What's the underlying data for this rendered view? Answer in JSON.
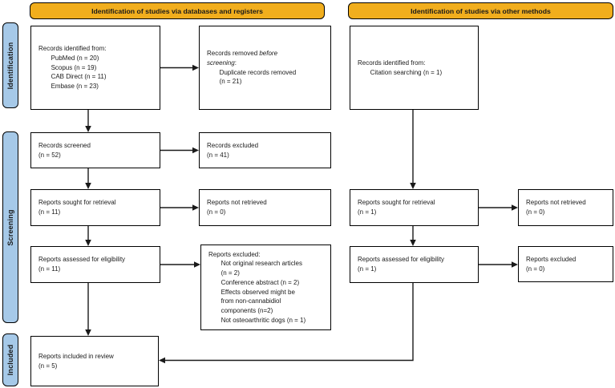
{
  "colors": {
    "header_bg": "#F1AE1D",
    "stage_bg": "#A6C9E8",
    "border": "#000000",
    "arrow": "#1a1a1a"
  },
  "headers": {
    "databases": "Identification of studies via databases and registers",
    "other_methods": "Identification of studies via other methods"
  },
  "stages": {
    "identification": "Identification",
    "screening": "Screening",
    "included": "Included"
  },
  "boxes": {
    "records_identified_db": {
      "lines": [
        "Records identified from:",
        "\tPubMed (n = 20)",
        "\tScopus (n = 19)",
        "\tCAB Direct (n = 11)",
        "\tEmbase (n = 23)"
      ]
    },
    "records_removed": {
      "prefix": "Records removed ",
      "italic_word1": "before",
      "italic_word2": "screening",
      "suffix": ":",
      "lines": [
        "\tDuplicate records removed",
        "\t(n = 21)"
      ]
    },
    "records_screened": {
      "lines": [
        "Records screened",
        "(n = 52)"
      ]
    },
    "records_excluded": {
      "lines": [
        "Records excluded",
        "(n = 41)"
      ]
    },
    "reports_sought_db": {
      "lines": [
        "Reports sought for retrieval",
        "(n = 11)"
      ]
    },
    "reports_not_retrieved_db": {
      "lines": [
        "Reports not retrieved",
        "(n = 0)"
      ]
    },
    "reports_assessed_db": {
      "lines": [
        "Reports assessed for eligibility",
        "(n = 11)"
      ]
    },
    "reports_excluded_detail": {
      "lines": [
        "Reports excluded:",
        "\tNot original research articles",
        "\t(n = 2)",
        "\tConference abstract (n = 2)",
        "\tEffects observed might be",
        "\tfrom non-cannabidiol",
        "\tcomponents (n=2)",
        "\tNot osteoarthritic dogs (n = 1)"
      ]
    },
    "reports_included": {
      "lines": [
        "Reports included in review",
        "(n = 5)"
      ]
    },
    "records_identified_other": {
      "lines": [
        "Records identified from:",
        "\tCitation searching (n = 1)"
      ]
    },
    "reports_sought_other": {
      "lines": [
        "Reports sought for retrieval",
        "(n = 1)"
      ]
    },
    "reports_not_retrieved_other": {
      "lines": [
        "Reports not retrieved",
        "(n = 0)"
      ]
    },
    "reports_assessed_other": {
      "lines": [
        "Reports assessed for eligibility",
        "(n = 1)"
      ]
    },
    "reports_excluded_other": {
      "lines": [
        "Reports excluded",
        "(n = 0)"
      ]
    }
  }
}
